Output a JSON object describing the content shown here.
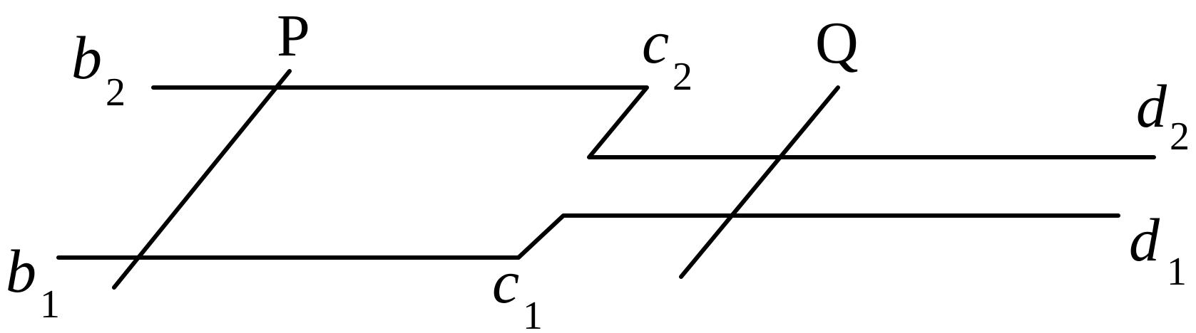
{
  "diagram": {
    "stroke_color": "#000000",
    "background_color": "#ffffff",
    "labels": {
      "b2": {
        "main": "b",
        "sub": "2"
      },
      "b1": {
        "main": "b",
        "sub": "1"
      },
      "c2": {
        "main": "c",
        "sub": "2"
      },
      "c1": {
        "main": "c",
        "sub": "1"
      },
      "d2": {
        "main": "d",
        "sub": "2"
      },
      "d1": {
        "main": "d",
        "sub": "1"
      },
      "P": "P",
      "Q": "Q"
    }
  }
}
